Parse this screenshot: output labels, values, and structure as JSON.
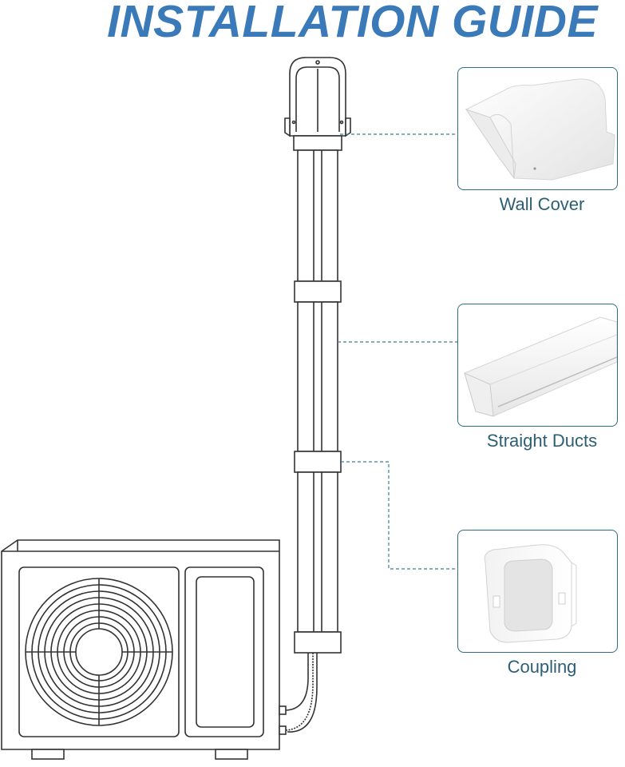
{
  "title": "INSTALLATION GUIDE",
  "parts": [
    {
      "label": "Wall Cover",
      "icon": "wall-cover-image"
    },
    {
      "label": "Straight Ducts",
      "icon": "straight-duct-image"
    },
    {
      "label": "Coupling",
      "icon": "coupling-image"
    }
  ],
  "colors": {
    "title": "#3a7ab8",
    "card_border": "#2f6d86",
    "label": "#2d5f74",
    "line": "#333333",
    "dashed": "#3e7f96"
  }
}
